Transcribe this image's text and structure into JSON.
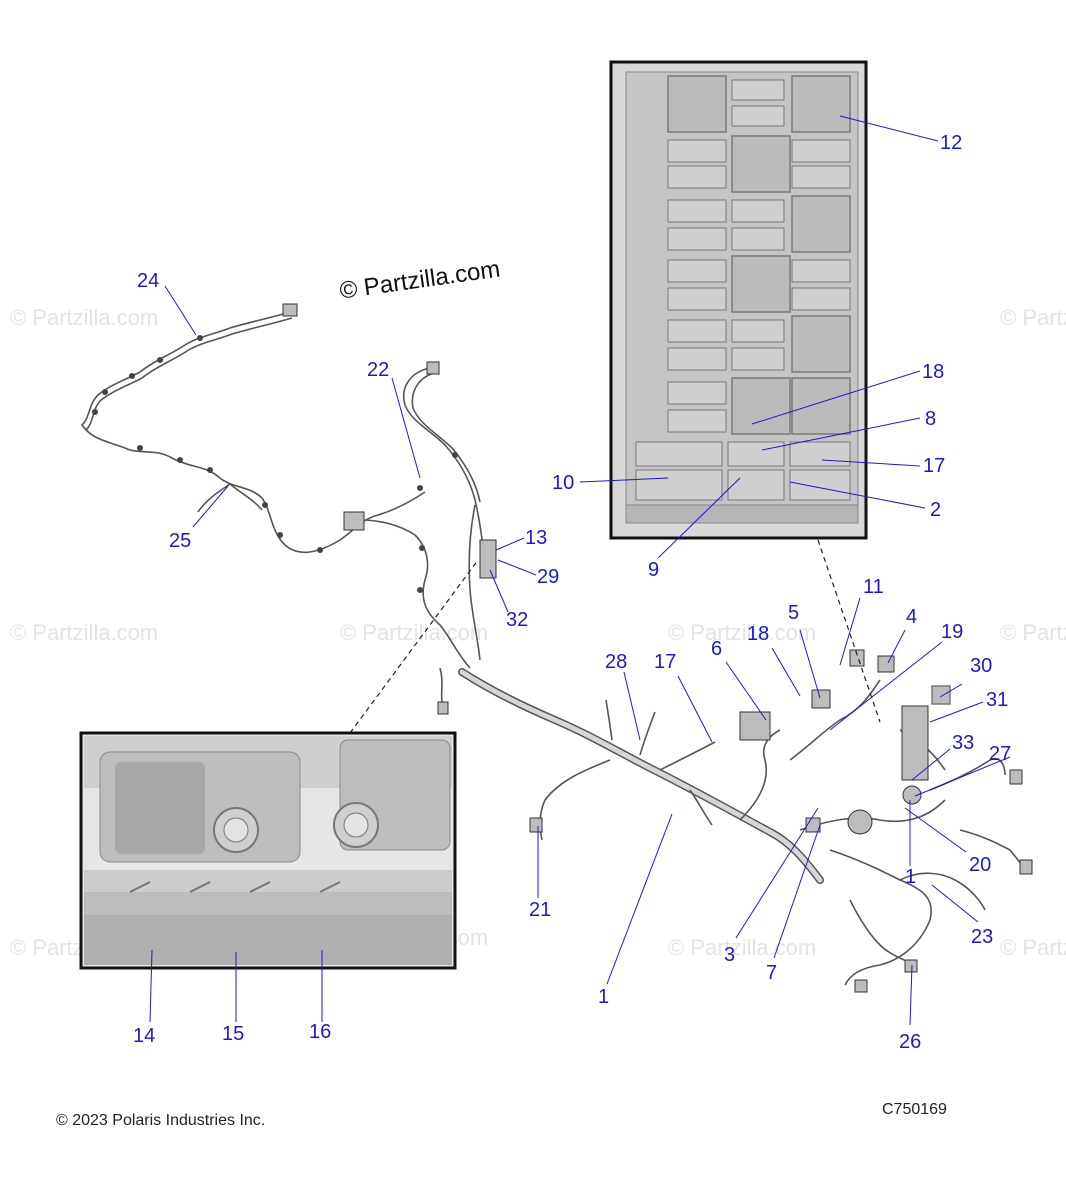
{
  "stamp": "© Partzilla.com",
  "watermark": "© Partzilla.com",
  "copyright": "© 2023 Polaris Industries Inc.",
  "diagram_code": "C750169",
  "colors": {
    "callout": "#1a1ad6",
    "part_gray": "#bbbbbb"
  },
  "callouts": {
    "c1a": "1",
    "c1b": "1",
    "c2": "2",
    "c3": "3",
    "c4": "4",
    "c5": "5",
    "c6": "6",
    "c7": "7",
    "c8": "8",
    "c9": "9",
    "c10": "10",
    "c11": "11",
    "c12": "12",
    "c13": "13",
    "c14": "14",
    "c15": "15",
    "c16": "16",
    "c17a": "17",
    "c17b": "17",
    "c18a": "18",
    "c18b": "18",
    "c19": "19",
    "c20": "20",
    "c21": "21",
    "c22": "22",
    "c23": "23",
    "c24": "24",
    "c25": "25",
    "c26": "26",
    "c27": "27",
    "c28": "28",
    "c29": "29",
    "c30": "30",
    "c31": "31",
    "c32": "32",
    "c33": "33"
  }
}
